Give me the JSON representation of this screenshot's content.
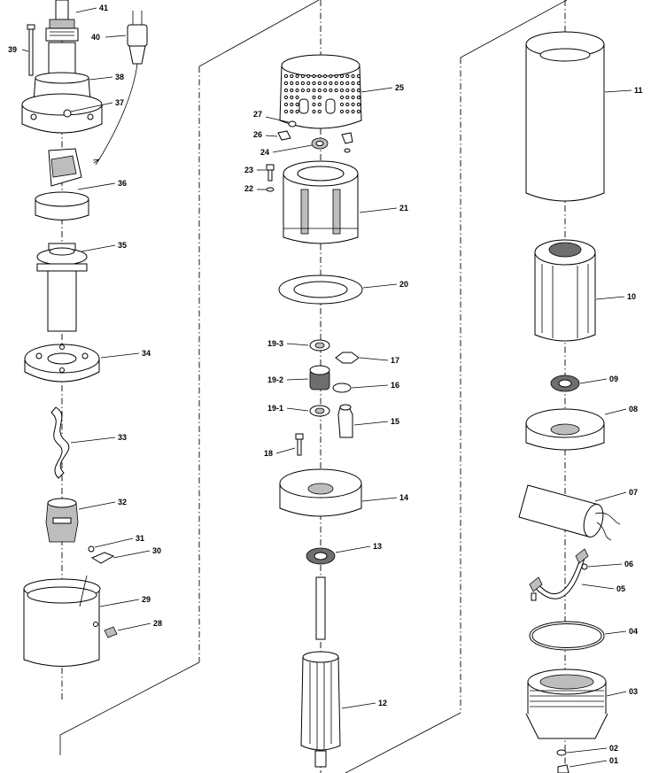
{
  "diagram": {
    "callouts": [
      {
        "id": "41",
        "label": "41"
      },
      {
        "id": "40",
        "label": "40"
      },
      {
        "id": "39",
        "label": "39"
      },
      {
        "id": "38",
        "label": "38"
      },
      {
        "id": "37",
        "label": "37"
      },
      {
        "id": "36",
        "label": "36"
      },
      {
        "id": "35",
        "label": "35"
      },
      {
        "id": "34",
        "label": "34"
      },
      {
        "id": "33",
        "label": "33"
      },
      {
        "id": "32",
        "label": "32"
      },
      {
        "id": "31",
        "label": "31"
      },
      {
        "id": "30",
        "label": "30"
      },
      {
        "id": "29",
        "label": "29"
      },
      {
        "id": "28",
        "label": "28"
      },
      {
        "id": "27",
        "label": "27"
      },
      {
        "id": "26",
        "label": "26"
      },
      {
        "id": "25",
        "label": "25"
      },
      {
        "id": "24",
        "label": "24"
      },
      {
        "id": "23",
        "label": "23"
      },
      {
        "id": "22",
        "label": "22"
      },
      {
        "id": "21",
        "label": "21"
      },
      {
        "id": "20",
        "label": "20"
      },
      {
        "id": "19-3",
        "label": "19-3"
      },
      {
        "id": "19-2",
        "label": "19-2"
      },
      {
        "id": "19-1",
        "label": "19-1"
      },
      {
        "id": "18",
        "label": "18"
      },
      {
        "id": "17",
        "label": "17"
      },
      {
        "id": "16",
        "label": "16"
      },
      {
        "id": "15",
        "label": "15"
      },
      {
        "id": "14",
        "label": "14"
      },
      {
        "id": "13",
        "label": "13"
      },
      {
        "id": "12",
        "label": "12"
      },
      {
        "id": "11",
        "label": "11"
      },
      {
        "id": "10",
        "label": "10"
      },
      {
        "id": "09",
        "label": "09"
      },
      {
        "id": "08",
        "label": "08"
      },
      {
        "id": "07",
        "label": "07"
      },
      {
        "id": "06",
        "label": "06"
      },
      {
        "id": "05",
        "label": "05"
      },
      {
        "id": "04",
        "label": "04"
      },
      {
        "id": "03",
        "label": "03"
      },
      {
        "id": "02",
        "label": "02"
      },
      {
        "id": "01",
        "label": "01"
      }
    ]
  }
}
